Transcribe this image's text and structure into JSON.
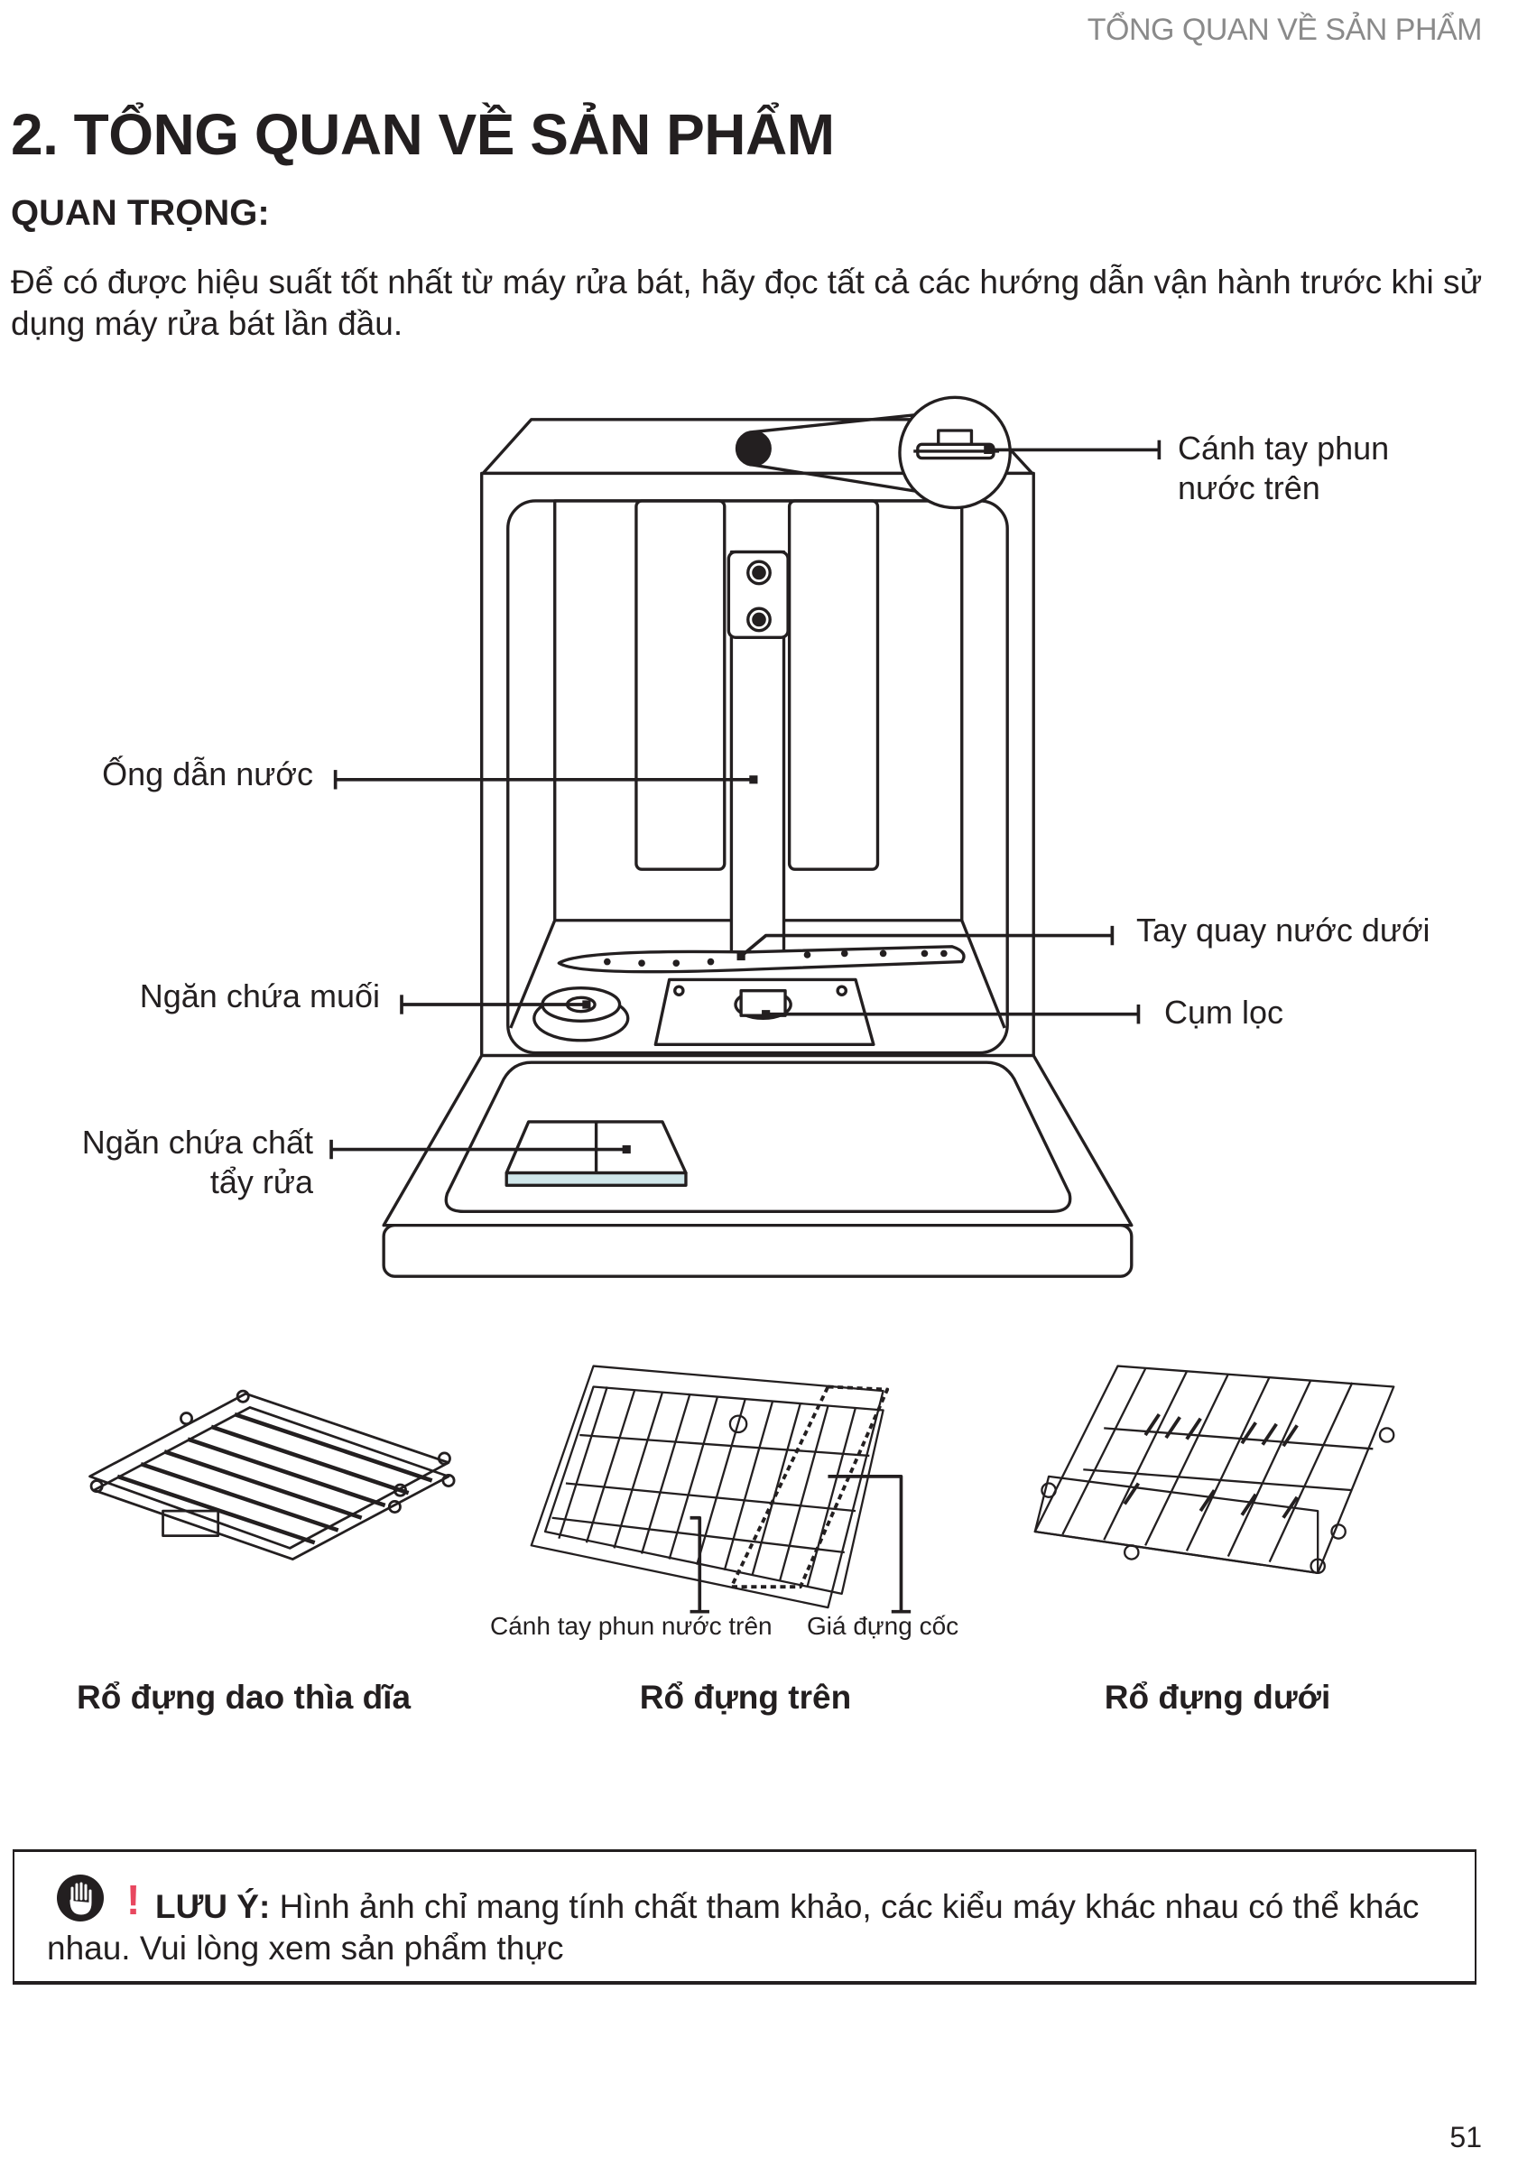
{
  "header": {
    "running_title": "TỔNG QUAN VỀ SẢN PHẨM"
  },
  "section": {
    "title": "2. TỔNG QUAN VỀ SẢN PHẨM",
    "important_heading": "QUAN TRỌNG:",
    "intro": "Để có được hiệu suất tốt nhất từ máy rửa bát, hãy đọc tất cả các hướng dẫn vận hành trước khi sử dụng máy rửa bát lần đầu."
  },
  "diagram": {
    "labels": {
      "upper_spray_arm": [
        "Cánh tay phun",
        "nước trên"
      ],
      "water_pipe": "Ống dẫn nước",
      "lower_spray_arm": "Tay quay nước dưới",
      "salt_container": "Ngăn chứa muối",
      "filter": "Cụm lọc",
      "detergent_dispenser": [
        "Ngăn chứa chất",
        "tẩy rửa"
      ]
    },
    "detergent_color": "#cfe6ea"
  },
  "racks": {
    "upper_rack_callouts": {
      "spray_arm": "Cánh tay phun nước trên",
      "cup_shelf": "Giá đựng cốc"
    },
    "titles": [
      "Rổ đựng dao thìa dĩa",
      "Rổ đựng trên",
      "Rổ đựng dưới"
    ]
  },
  "note": {
    "icon": "stop-hand-icon",
    "accent_color": "#e8475f",
    "heading": "LƯU Ý:",
    "text": " Hình ảnh chỉ mang tính chất tham khảo, các kiểu máy khác nhau có thể khác nhau. Vui lòng xem sản phẩm thực"
  },
  "footer": {
    "page_number": "51"
  }
}
